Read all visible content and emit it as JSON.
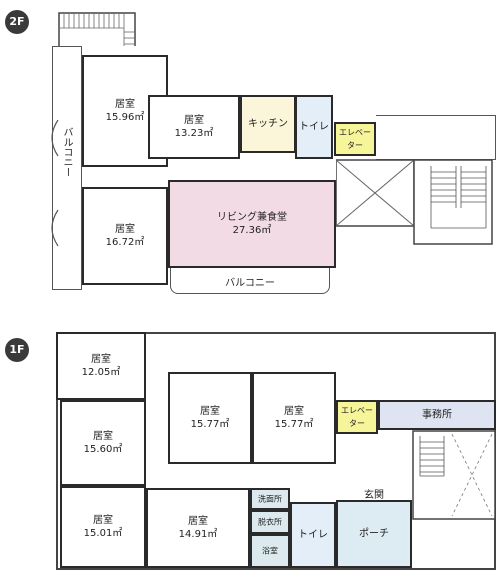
{
  "floors": {
    "second": {
      "label": "2F",
      "rooms": {
        "bedroom_a": {
          "name": "居室",
          "area": "15.96㎡"
        },
        "bedroom_b": {
          "name": "居室",
          "area": "13.23㎡"
        },
        "bedroom_c": {
          "name": "居室",
          "area": "16.72㎡"
        },
        "living": {
          "name": "リビング兼食堂",
          "area": "27.36㎡"
        },
        "kitchen": {
          "name": "キッチン"
        },
        "toilet": {
          "name": "トイレ"
        },
        "elevator": {
          "name": "エレベーター"
        },
        "balcony_side": {
          "name": "バルコニー"
        },
        "balcony_bottom": {
          "name": "バルコニー"
        }
      }
    },
    "first": {
      "label": "1F",
      "rooms": {
        "bedroom_a": {
          "name": "居室",
          "area": "12.05㎡"
        },
        "bedroom_b": {
          "name": "居室",
          "area": "15.60㎡"
        },
        "bedroom_c": {
          "name": "居室",
          "area": "15.77㎡"
        },
        "bedroom_d": {
          "name": "居室",
          "area": "15.77㎡"
        },
        "bedroom_e": {
          "name": "居室",
          "area": "15.01㎡"
        },
        "bedroom_f": {
          "name": "居室",
          "area": "14.91㎡"
        },
        "elevator": {
          "name": "エレベーター"
        },
        "office": {
          "name": "事務所"
        },
        "entrance": {
          "name": "玄関"
        },
        "washroom": {
          "name": "洗面所"
        },
        "dressing": {
          "name": "脱衣所"
        },
        "bathroom": {
          "name": "浴室"
        },
        "toilet": {
          "name": "トイレ"
        },
        "porch": {
          "name": "ポーチ"
        }
      }
    }
  },
  "colors": {
    "elevator": "#f7f59a",
    "kitchen": "#fbf5d9",
    "toilet": "#e3eef8",
    "living": "#f2dbe4",
    "office": "#dfe4f2",
    "bath": "#dce9ef"
  }
}
